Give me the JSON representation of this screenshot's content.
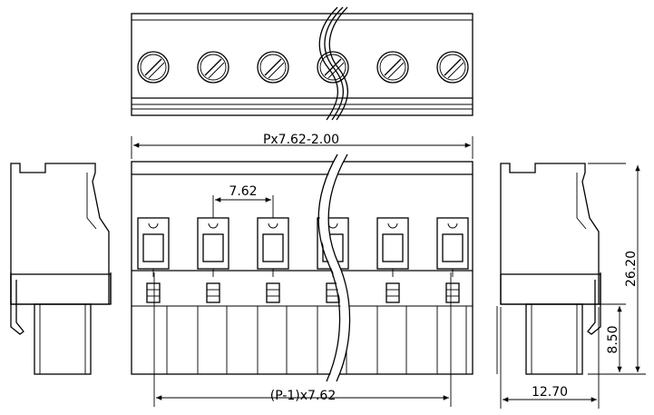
{
  "dimensions": {
    "overall_width": "Px7.62-2.00",
    "pitch": "7.62",
    "pin_span": "(P-1)x7.62",
    "height": "26.20",
    "lower_height": "8.50",
    "depth": "12.70"
  },
  "drawing": {
    "positions_shown": 6,
    "views": [
      "top-view",
      "front-view",
      "left-side-view",
      "right-side-view"
    ]
  }
}
